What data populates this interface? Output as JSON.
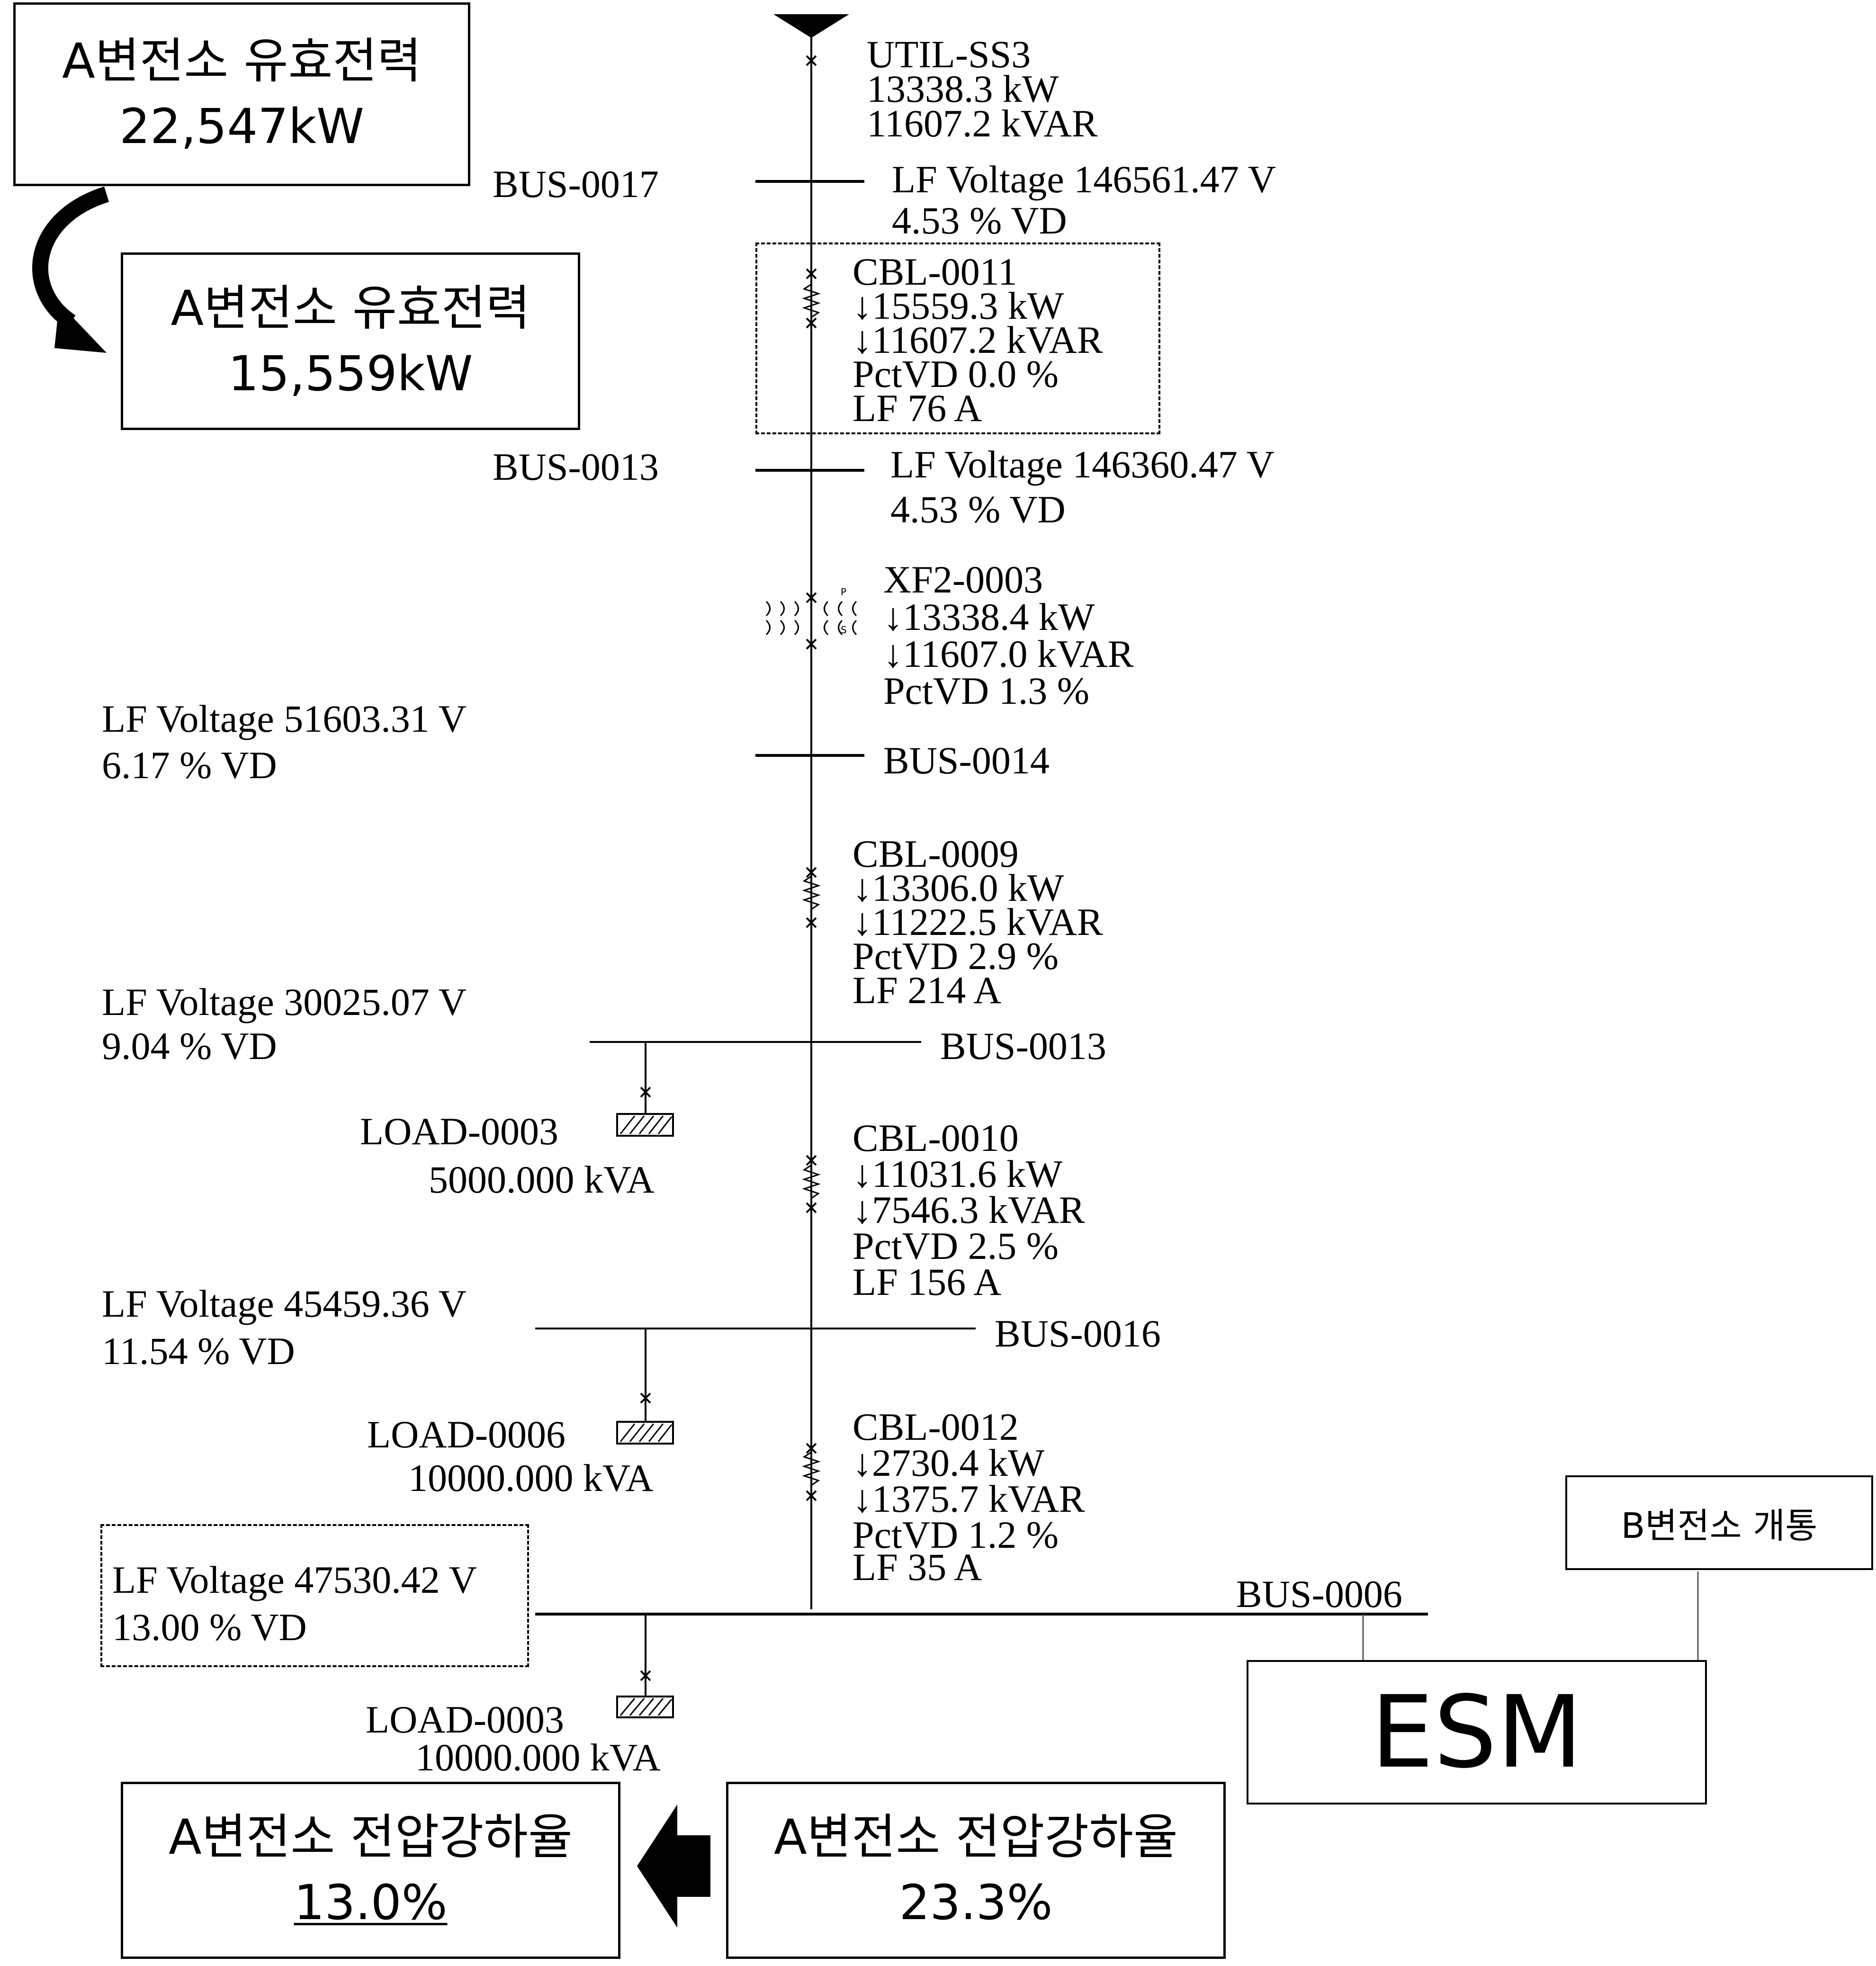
{
  "utility": {
    "name": "UTIL-SS3",
    "kw": "13338.3 kW",
    "kvar": "11607.2 kVAR"
  },
  "bus_0017": {
    "name": "BUS-0017",
    "voltage": "LF Voltage 146561.47 V",
    "vd": "4.53 % VD"
  },
  "cbl_0011": {
    "name": "CBL-0011",
    "kw": "15559.3 kW",
    "kvar": "11607.2 kVAR",
    "pctvd": "PctVD 0.0 %",
    "lf": "LF 76 A"
  },
  "bus_0013_top": {
    "name": "BUS-0013",
    "voltage": "LF Voltage 146360.47 V",
    "vd": "4.53 % VD"
  },
  "xf2_0003": {
    "name": "XF2-0003",
    "kw": "13338.4 kW",
    "kvar": "11607.0 kVAR",
    "pctvd": "PctVD 1.3 %",
    "p": "P",
    "s": "S"
  },
  "bus_0014": {
    "name": "BUS-0014",
    "voltage": "LF Voltage 51603.31 V",
    "vd": "6.17 % VD"
  },
  "cbl_0009": {
    "name": "CBL-0009",
    "kw": "13306.0 kW",
    "kvar": "11222.5 kVAR",
    "pctvd": "PctVD 2.9 %",
    "lf": "LF 214 A"
  },
  "bus_0013_mid": {
    "name": "BUS-0013",
    "voltage": "LF Voltage 30025.07 V",
    "vd": "9.04 % VD"
  },
  "load_0003_a": {
    "name": "LOAD-0003",
    "kva": "5000.000 kVA"
  },
  "cbl_0010": {
    "name": "CBL-0010",
    "kw": "11031.6 kW",
    "kvar": "7546.3 kVAR",
    "pctvd": "PctVD 2.5 %",
    "lf": "LF 156 A"
  },
  "bus_0016": {
    "name": "BUS-0016",
    "voltage": "LF Voltage 45459.36 V",
    "vd": "11.54 % VD"
  },
  "load_0006": {
    "name": "LOAD-0006",
    "kva": "10000.000 kVA"
  },
  "cbl_0012": {
    "name": "CBL-0012",
    "kw": "2730.4 kW",
    "kvar": "1375.7 kVAR",
    "pctvd": "PctVD 1.2 %",
    "lf": "LF 35 A"
  },
  "bus_0006": {
    "name": "BUS-0006",
    "voltage": "LF Voltage 47530.42 V",
    "vd": "13.00 % VD"
  },
  "load_0003_b": {
    "name": "LOAD-0003",
    "kva": "10000.000 kVA"
  },
  "callouts": {
    "power_before": {
      "title": "A변전소 유효전력",
      "value": "22,547kW"
    },
    "power_after": {
      "title": "A변전소 유효전력",
      "value": "15,559kW"
    },
    "vd_before": {
      "title": "A변전소 전압강하율",
      "value": "23.3%"
    },
    "vd_after": {
      "title": "A변전소 전압강하율",
      "value": "13.0%"
    },
    "b_open": "B변전소 개통",
    "esm": "ESM"
  },
  "icons": {
    "flow_arrow": "↓"
  }
}
